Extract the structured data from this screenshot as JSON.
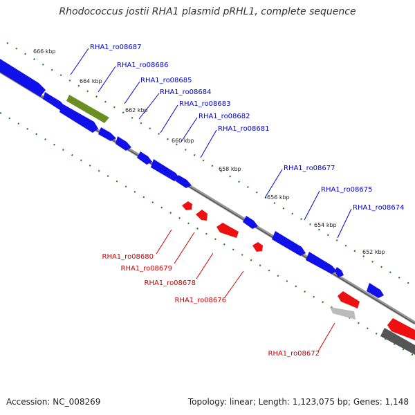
{
  "title": "Rhodococcus jostii RHA1 plasmid pRHL1, complete sequence",
  "footer": {
    "accession": "Accession: NC_008269",
    "summary": "Topology: linear; Length: 1,123,075 bp; Genes: 1,148"
  },
  "colors": {
    "forward_gene": "#0a0aee",
    "reverse_gene": "#ee0a0a",
    "highlight_gene": "#6b8e23",
    "pseudo_gene": "#bbbbbb",
    "dark_gene": "#555555",
    "backbone": "#777777",
    "ticks": "#1e7d1e",
    "forward_label": "#0000cc",
    "reverse_label": "#cc0000"
  },
  "kbp_labels": [
    "666 kbp",
    "664 kbp",
    "662 kbp",
    "660 kbp",
    "658 kbp",
    "656 kbp",
    "654 kbp",
    "652 kbp"
  ],
  "forward_genes": [
    "RHA1_ro08687",
    "RHA1_ro08686",
    "RHA1_ro08685",
    "RHA1_ro08684",
    "RHA1_ro08683",
    "RHA1_ro08682",
    "RHA1_ro08681",
    "RHA1_ro08677",
    "RHA1_ro08675",
    "RHA1_ro08674"
  ],
  "reverse_genes": [
    "RHA1_ro08680",
    "RHA1_ro08679",
    "RHA1_ro08678",
    "RHA1_ro08676",
    "RHA1_ro08672"
  ]
}
